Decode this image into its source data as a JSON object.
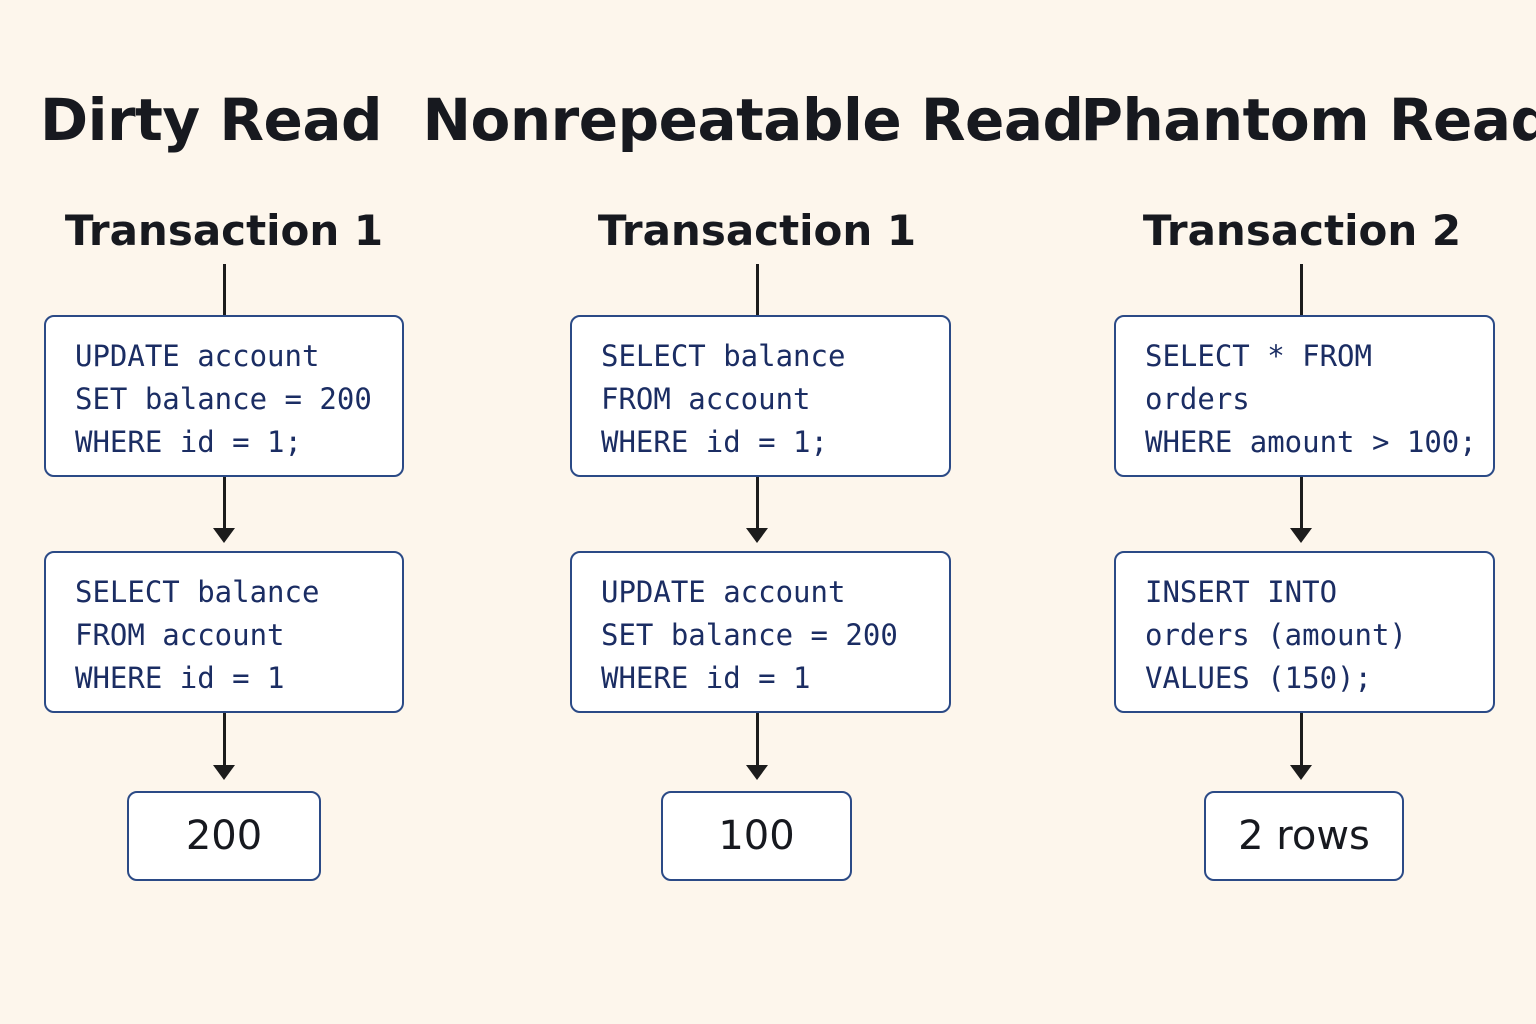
{
  "columns": [
    {
      "title": "Dirty Read",
      "transaction": "Transaction 1",
      "step1": [
        "UPDATE account",
        "SET balance = 200",
        "WHERE id = 1;"
      ],
      "step2": [
        "SELECT balance",
        "FROM account",
        "WHERE id = 1"
      ],
      "result": "200"
    },
    {
      "title": "Nonrepeatable Read",
      "transaction": "Transaction 1",
      "step1": [
        "SELECT balance",
        "FROM account",
        "WHERE id = 1;"
      ],
      "step2": [
        "UPDATE account",
        "SET balance = 200",
        "WHERE id = 1"
      ],
      "result": "100"
    },
    {
      "title": "Phantom Read",
      "transaction": "Transaction 2",
      "step1": [
        "SELECT * FROM",
        "orders",
        "WHERE amount > 100;"
      ],
      "step2": [
        "INSERT INTO",
        "orders (amount)",
        "VALUES (150);"
      ],
      "result": "2 rows"
    }
  ]
}
